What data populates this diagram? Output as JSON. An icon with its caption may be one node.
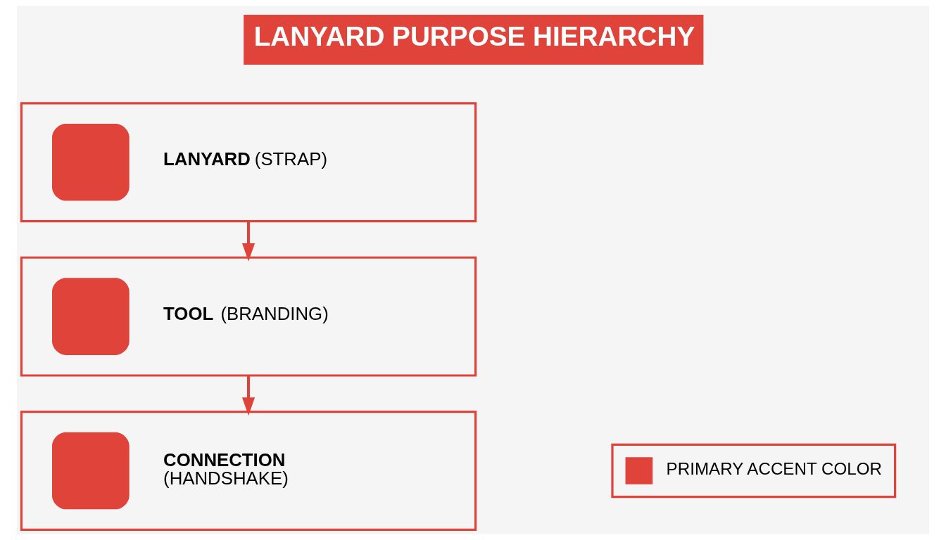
{
  "diagram": {
    "title": "LANYARD PURPOSE HIERARCHY",
    "nodes": [
      {
        "text": [
          "**LANYARD** (STRAP)"
        ]
      },
      {
        "text": [
          "**TOOL** (BRANDING)"
        ]
      },
      {
        "text": [
          "**CONNECTION** (HANDSHAKE)"
        ]
      }
    ],
    "edges": [
      {
        "from": 0,
        "to": 1,
        "arrow": "to"
      },
      {
        "from": 1,
        "to": 2,
        "arrow": "to"
      }
    ],
    "legend": [
      {
        "text": "PRIMARY ACCENT COLOR",
        "color": "#e0433a"
      }
    ]
  }
}
